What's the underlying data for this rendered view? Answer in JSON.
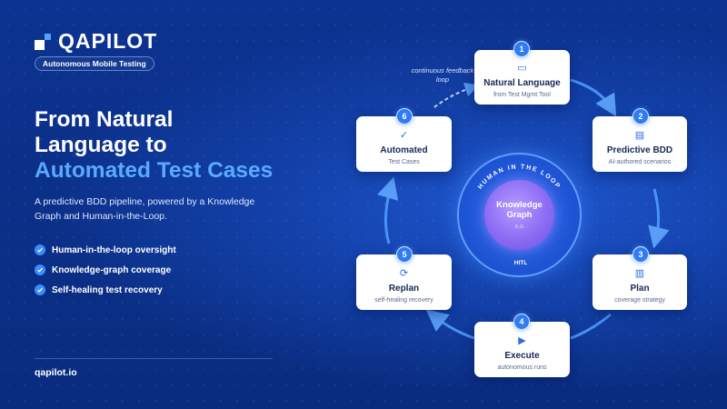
{
  "brand": {
    "name": "QAPILOT",
    "tagline": "Autonomous Mobile Testing",
    "website": "qapilot.io"
  },
  "headline": {
    "line1": "From Natural",
    "line2": "Language to",
    "line3": "Automated Test Cases"
  },
  "description": "A predictive BDD pipeline, powered by a Knowledge Graph and Human-in-the-Loop.",
  "features": [
    {
      "label": "Human-in-the-loop oversight",
      "icon": "check-circle-icon"
    },
    {
      "label": "Knowledge-graph coverage",
      "icon": "check-circle-icon"
    },
    {
      "label": "Self-healing test recovery",
      "icon": "check-circle-icon"
    }
  ],
  "diagram": {
    "hub": {
      "ring_label": "HUMAN IN THE LOOP",
      "bottom_label": "HITL",
      "title": "Knowledge Graph",
      "subtitle": "K.G"
    },
    "feedback_note": "continuous feedback loop",
    "steps": [
      {
        "number": "1",
        "title": "Natural Language",
        "subtitle": "from Test Mgmt Tool",
        "icon": "chat-icon",
        "glyph": "▭"
      },
      {
        "number": "2",
        "title": "Predictive BDD",
        "subtitle": "AI-authored scenarios",
        "icon": "document-icon",
        "glyph": "▤"
      },
      {
        "number": "3",
        "title": "Plan",
        "subtitle": "coverage strategy",
        "icon": "bar-chart-icon",
        "glyph": "▥"
      },
      {
        "number": "4",
        "title": "Execute",
        "subtitle": "autonomous runs",
        "icon": "play-icon",
        "glyph": "▶"
      },
      {
        "number": "5",
        "title": "Replan",
        "subtitle": "self-healing recovery",
        "icon": "refresh-icon",
        "glyph": "⟳"
      },
      {
        "number": "6",
        "title": "Automated",
        "subtitle": "Test Cases",
        "icon": "shield-check-icon",
        "glyph": "✓"
      }
    ]
  },
  "colors": {
    "background": "#0a2f86",
    "accent": "#59aaff",
    "badge": "#2f7bf3",
    "hub_inner": "#8c6cf4"
  }
}
